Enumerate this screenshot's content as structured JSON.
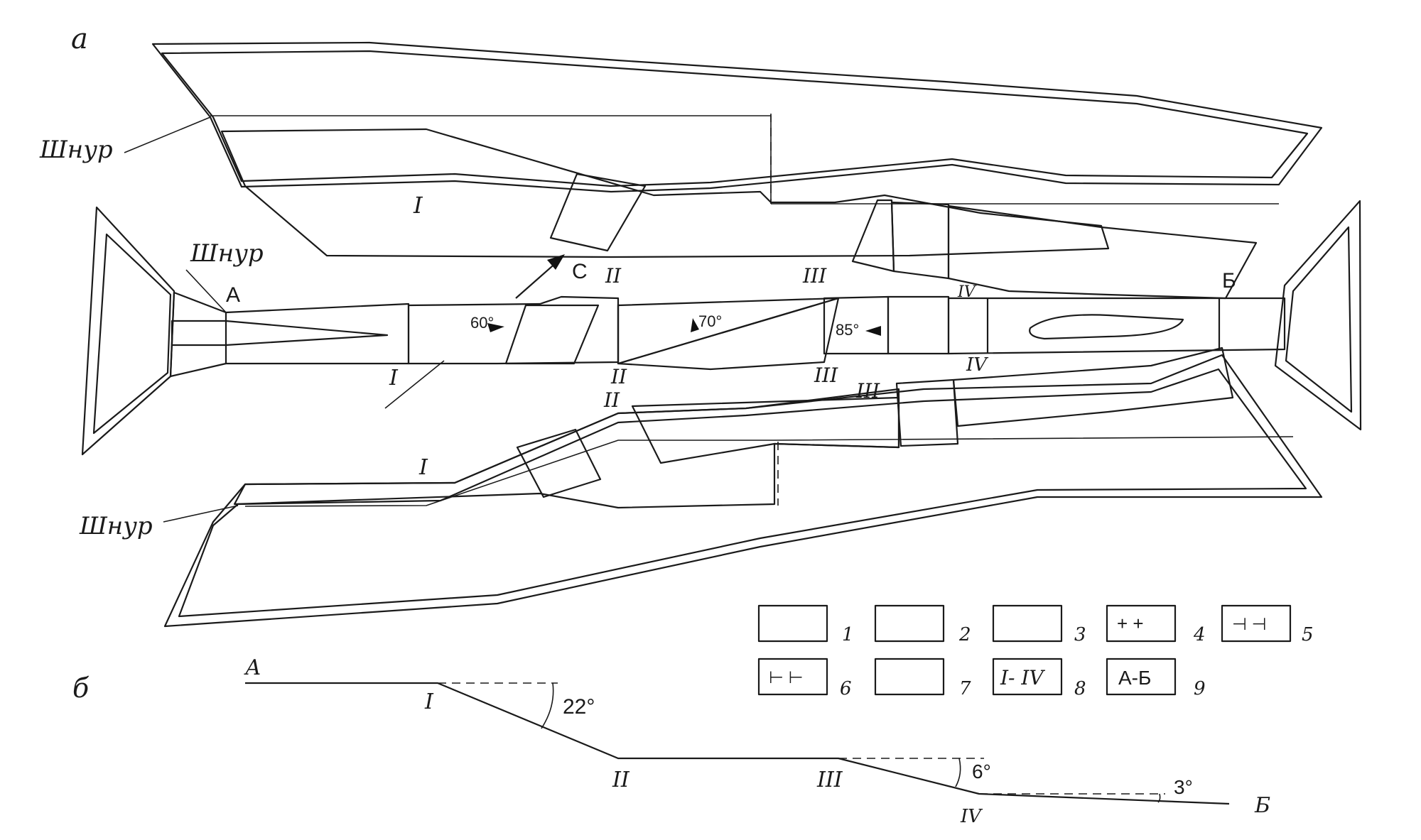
{
  "panel_labels": {
    "a": "а",
    "b": "б"
  },
  "shnur": "Шнур",
  "points": {
    "A": "А",
    "B": "Б",
    "north": "С"
  },
  "sections": {
    "I": "I",
    "II": "II",
    "III": "III",
    "IV": "IV"
  },
  "dips": {
    "d60": "60°",
    "d70": "70°",
    "d85": "85°"
  },
  "profile_angles": {
    "a22": "22°",
    "a6": "6°",
    "a3": "3°"
  },
  "legend": [
    {
      "swatch": "talus",
      "number": "1"
    },
    {
      "swatch": "gravel",
      "number": "2"
    },
    {
      "swatch": "sand",
      "number": "3"
    },
    {
      "swatch": "crosses",
      "number": "4",
      "marks": "+ +"
    },
    {
      "swatch": "tee-down",
      "number": "5",
      "marks": "⊣ ⊣"
    },
    {
      "swatch": "tee-up",
      "number": "6",
      "marks": "⊢ ⊢"
    },
    {
      "swatch": "dense",
      "number": "7"
    },
    {
      "swatch": "text",
      "number": "8",
      "text": "I- IV"
    },
    {
      "swatch": "text",
      "number": "9",
      "text": "А-Б"
    }
  ]
}
